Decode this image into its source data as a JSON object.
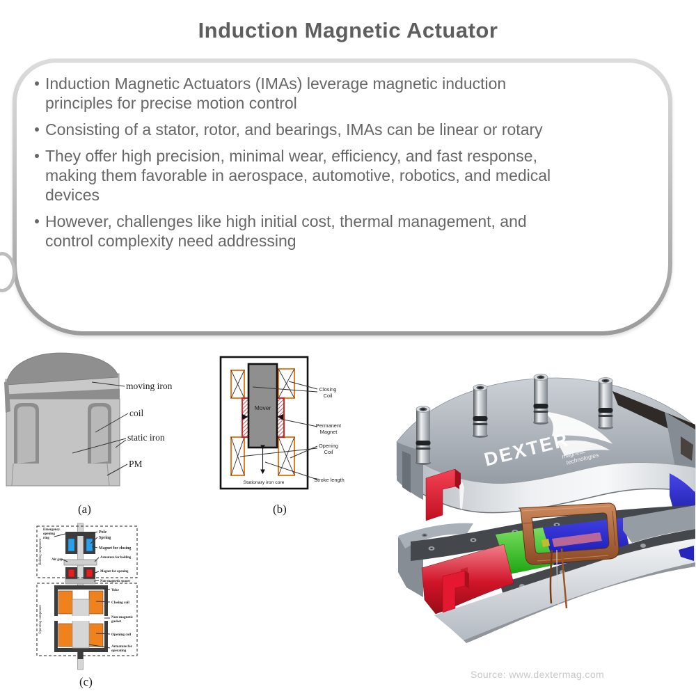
{
  "page": {
    "title": "Induction Magnetic Actuator",
    "source": "Source: www.dextermag.com"
  },
  "bullets": [
    {
      "lines": [
        "Induction Magnetic Actuators (IMAs) leverage magnetic induction",
        "principles for precise motion control"
      ]
    },
    {
      "lines": [
        "Consisting of a stator, rotor, and bearings, IMAs can be linear or rotary"
      ]
    },
    {
      "lines": [
        "They offer high precision, minimal wear, efficiency, and fast response,",
        "making them favorable in aerospace, automotive, robotics, and medical",
        "devices"
      ]
    },
    {
      "lines": [
        "However, challenges like high initial cost, thermal management, and",
        "control complexity need addressing"
      ]
    }
  ],
  "diagram_a": {
    "caption": "(a)",
    "labels": {
      "moving_iron": "moving iron",
      "coil": "coil",
      "static_iron": "static iron",
      "pm": "PM"
    }
  },
  "diagram_b": {
    "caption": "(b)",
    "mover": "Mover",
    "core": "Stationary iron core",
    "labels": {
      "closing_1": "Closing",
      "closing_2": "Coil",
      "pm_1": "Permanent",
      "pm_2": "Magnet",
      "opening_1": "Opening",
      "opening_2": "Coil",
      "stroke": "Stroke length"
    }
  },
  "diagram_c": {
    "caption": "(c)",
    "side_top": "Holding component",
    "side_bottom": "Operating component",
    "labels": {
      "emergency_1": "Emergency",
      "emergency_2": "opening",
      "emergency_3": "ring",
      "pole": "Pole",
      "spring": "Spring",
      "magnet_closing": "Magnet for closing",
      "air_gap": "Air gap",
      "armature_holding": "Armature for holding",
      "magnet_opening": "Magnet for opening",
      "spacer": "Non-magnetic spacer",
      "yoke": "Yoke",
      "closing_coil": "Closing coil",
      "gasket_1": "Non-magnetic",
      "gasket_2": "gasket",
      "opening_coil": "Opening coil",
      "armature_operating_1": "Armature for",
      "armature_operating_2": "operating"
    }
  },
  "render": {
    "brand": "DEXTER",
    "tagline_1": "magnetic",
    "tagline_2": "technologies"
  },
  "colors": {
    "text": "#676767",
    "title": "#5e5e5e",
    "bubble_border": "#b9b9b9",
    "source": "#c8c8c8",
    "coil_orange": "#f0821e",
    "magnet_red_2d": "#e02020",
    "spring_blue": "#2b9fe8",
    "hatch_red": "#dd2222",
    "render_red": "#e01428",
    "render_green": "#2ab31c",
    "render_blue": "#2323cc",
    "copper": "#b5744a"
  }
}
